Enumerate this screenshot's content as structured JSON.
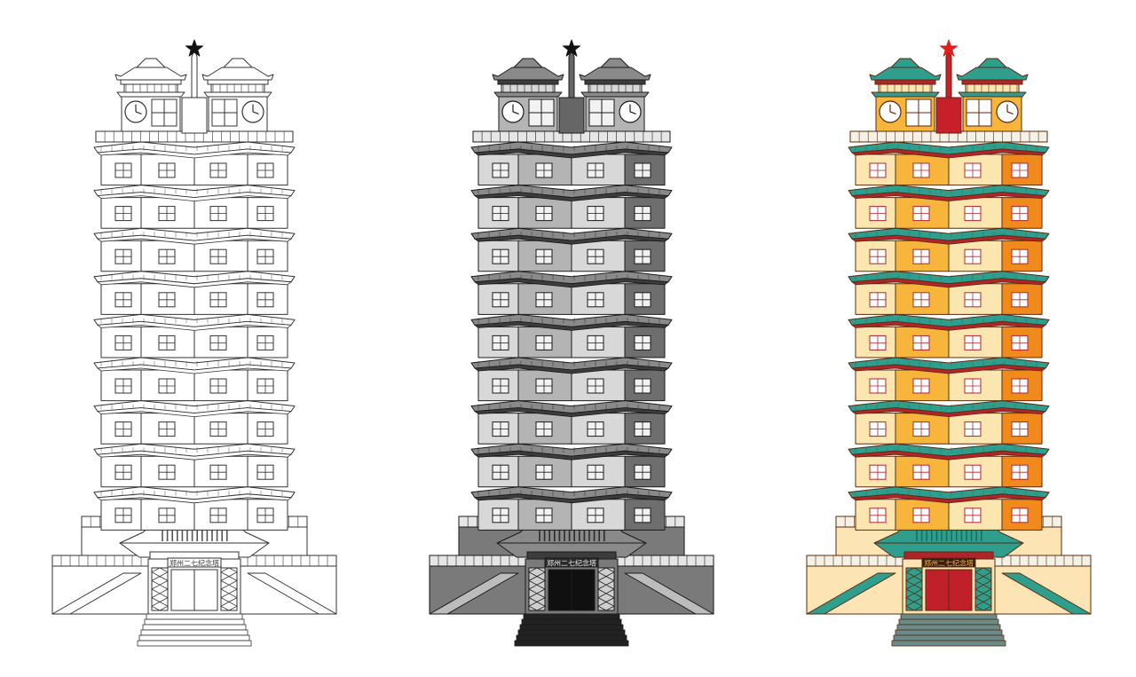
{
  "image": {
    "subject": "Zhengzhou Erqi Memorial Tower",
    "variants": [
      {
        "name": "line-art",
        "plaque_text": "郑州二七纪念塔"
      },
      {
        "name": "grayscale",
        "plaque_text": "郑州二七纪念塔"
      },
      {
        "name": "color",
        "plaque_text": "郑州二七纪念塔"
      }
    ]
  },
  "palettes": {
    "line-art": {
      "line": "#333333",
      "light": "#ffffff",
      "mid": "#ffffff",
      "dark": "#ffffff",
      "eave": "#ffffff",
      "eaveUnder": "#ffffff",
      "roof": "#ffffff",
      "roofDark": "#555555",
      "win": "#ffffff",
      "winFrame": "#333333",
      "star": "#111111",
      "spire": "#ffffff",
      "clock": "#ffffff",
      "clockFrame": "#ffffff",
      "base": "#ffffff",
      "base2": "#ffffff",
      "door": "#ffffff",
      "stairs": "#ffffff",
      "trim": "#ffffff",
      "plaque": "#ffffff",
      "plaqueText": "#333333",
      "gateDeco": "#ffffff"
    },
    "grayscale": {
      "line": "#1a1a1a",
      "light": "#d8d8d8",
      "mid": "#b4b4b4",
      "dark": "#6e6e6e",
      "eave": "#ececec",
      "eaveUnder": "#3c3c3c",
      "roof": "#8a8a8a",
      "roofDark": "#2a2a2a",
      "win": "#f2f2f2",
      "winFrame": "#1a1a1a",
      "star": "#111111",
      "spire": "#666666",
      "clock": "#ffffff",
      "clockFrame": "#3a3a3a",
      "base": "#7a7a7a",
      "base2": "#bcbcbc",
      "door": "#101010",
      "stairs": "#222222",
      "trim": "#e6e6e6",
      "plaque": "#2a2a2a",
      "plaqueText": "#eeeeee",
      "gateDeco": "#cfcfcf"
    },
    "color": {
      "line": "#5a2a10",
      "light": "#fbe6b0",
      "mid": "#f7b53c",
      "dark": "#f08a1c",
      "eave": "#ffffff",
      "eaveUnder": "#b1252a",
      "roof": "#2f9e8c",
      "roofDark": "#1a6e5e",
      "win": "#ffffff",
      "winFrame": "#b1252a",
      "star": "#e02020",
      "spire": "#c8202a",
      "clock": "#ffffff",
      "clockFrame": "#8a1a1a",
      "base": "#fce4b4",
      "base2": "#2f9e8c",
      "door": "#c0202a",
      "stairs": "#6b8a8a",
      "trim": "#f4f1e6",
      "plaque": "#3a1a10",
      "plaqueText": "#f7c23c",
      "gateDeco": "#2f9e8c"
    }
  }
}
